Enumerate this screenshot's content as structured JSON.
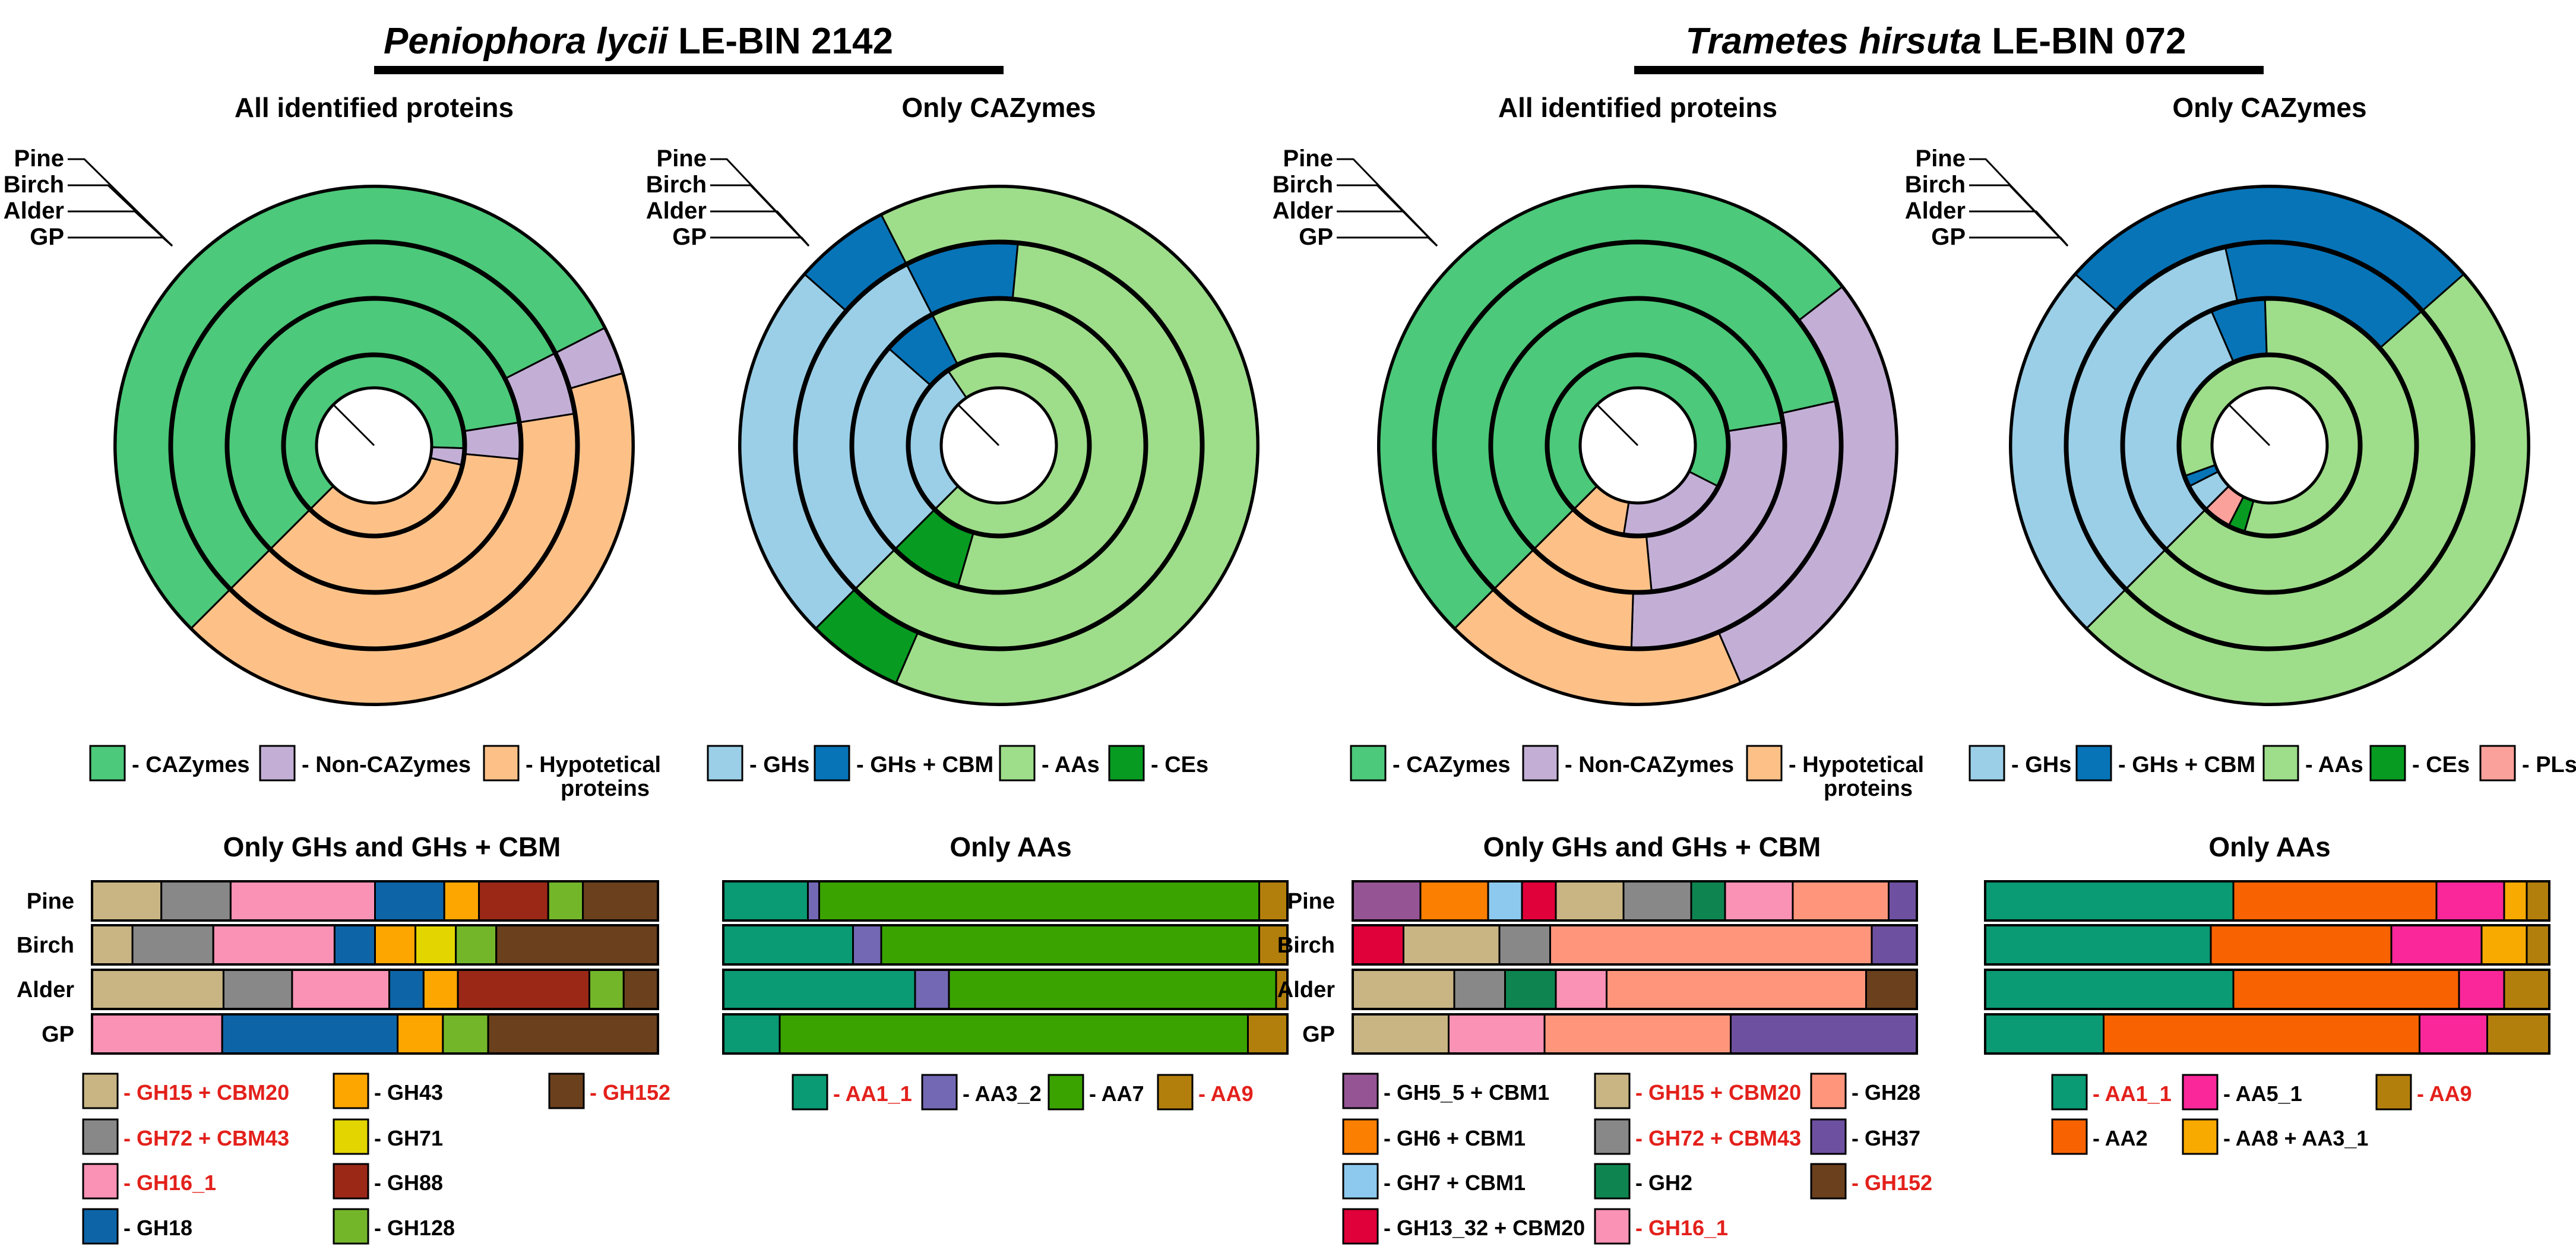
{
  "panels": [
    {
      "species": "Peniophora lycii",
      "strain": "LE-BIN 2142"
    },
    {
      "species": "Trametes hirsuta",
      "strain": "LE-BIN 072"
    }
  ],
  "ring_labels": [
    "Pine",
    "Birch",
    "Alder",
    "GP"
  ],
  "colors": {
    "cazymes": "#4CC97A",
    "non_cazymes": "#C3AFD6",
    "hypothetical": "#FDC188",
    "ghs": "#9ACFE7",
    "ghs_cbm": "#0774B8",
    "aas": "#9EDD8A",
    "ces": "#079B22",
    "pls": "#F9A19A"
  },
  "chart_data": [
    {
      "type": "donut",
      "title": "All identified proteins",
      "panel": 0,
      "rings": [
        "Pine",
        "Birch",
        "Alder",
        "GP"
      ],
      "categories": [
        "CAZymes",
        "Non-CAZymes",
        "Hypotetical proteins"
      ],
      "colors": [
        "#4CC97A",
        "#C3AFD6",
        "#FDC188"
      ],
      "values": {
        "Pine": [
          0.63,
          0.03,
          0.34
        ],
        "Birch": [
          0.6,
          0.04,
          0.36
        ],
        "Alder": [
          0.55,
          0.05,
          0.4
        ],
        "GP": [
          0.55,
          0.03,
          0.42
        ]
      },
      "legend": [
        {
          "key": "cazymes",
          "label": "- CAZymes"
        },
        {
          "key": "non_cazymes",
          "label": "- Non-CAZymes"
        },
        {
          "key": "hypothetical",
          "label": "- Hypotetical",
          "label2": "proteins"
        }
      ]
    },
    {
      "type": "donut",
      "title": "Only CAZymes",
      "panel": 0,
      "rings": [
        "Pine",
        "Birch",
        "Alder",
        "GP"
      ],
      "categories": [
        "GHs",
        "GHs + CBM",
        "AAs",
        "CEs"
      ],
      "colors": [
        "#9ACFE7",
        "#0774B8",
        "#9EDD8A",
        "#079B22"
      ],
      "values": {
        "Pine": [
          0.28,
          0.0,
          0.72,
          0.0
        ],
        "Birch": [
          0.24,
          0.06,
          0.62,
          0.08
        ],
        "Alder": [
          0.3,
          0.09,
          0.61,
          0.0
        ],
        "GP": [
          0.24,
          0.06,
          0.64,
          0.06
        ]
      },
      "legend": [
        {
          "key": "ghs",
          "label": "- GHs"
        },
        {
          "key": "ghs_cbm",
          "label": "- GHs + CBM"
        },
        {
          "key": "aas",
          "label": "- AAs"
        },
        {
          "key": "ces",
          "label": "- CEs"
        }
      ]
    },
    {
      "type": "donut",
      "title": "All identified proteins",
      "panel": 1,
      "rings": [
        "Pine",
        "Birch",
        "Alder",
        "GP"
      ],
      "categories": [
        "CAZymes",
        "Non-CAZymes",
        "Hypotetical proteins"
      ],
      "colors": [
        "#4CC97A",
        "#C3AFD6",
        "#FDC188"
      ],
      "values": {
        "Pine": [
          0.7,
          0.2,
          0.1
        ],
        "Birch": [
          0.6,
          0.26,
          0.14
        ],
        "Alder": [
          0.59,
          0.29,
          0.12
        ],
        "GP": [
          0.52,
          0.29,
          0.19
        ]
      },
      "legend": [
        {
          "key": "cazymes",
          "label": "- CAZymes"
        },
        {
          "key": "non_cazymes",
          "label": "- Non-CAZymes"
        },
        {
          "key": "hypothetical",
          "label": "- Hypotetical",
          "label2": "proteins"
        }
      ]
    },
    {
      "type": "donut",
      "title": "Only CAZymes",
      "panel": 1,
      "rings": [
        "Pine",
        "Birch",
        "Alder",
        "GP"
      ],
      "categories": [
        "GHs",
        "GHs + CBM",
        "AAs",
        "CEs",
        "PLs"
      ],
      "colors": [
        "#9ACFE7",
        "#0774B8",
        "#9EDD8A",
        "#079B22",
        "#F9A19A"
      ],
      "values": {
        "Pine": [
          0.05,
          0.02,
          0.85,
          0.03,
          0.05
        ],
        "Birch": [
          0.31,
          0.06,
          0.63,
          0.0,
          0.0
        ],
        "Alder": [
          0.34,
          0.17,
          0.49,
          0.0,
          0.0
        ],
        "GP": [
          0.24,
          0.27,
          0.49,
          0.0,
          0.0
        ]
      },
      "legend": [
        {
          "key": "ghs",
          "label": "- GHs"
        },
        {
          "key": "ghs_cbm",
          "label": "- GHs + CBM"
        },
        {
          "key": "aas",
          "label": "- AAs"
        },
        {
          "key": "ces",
          "label": "- CEs"
        },
        {
          "key": "pls",
          "label": "- PLs"
        }
      ]
    },
    {
      "type": "bar",
      "stacked": true,
      "orientation": "horizontal",
      "title": "Only GHs and GHs + CBM",
      "panel": 0,
      "categories": [
        "Pine",
        "Birch",
        "Alder",
        "GP"
      ],
      "series": [
        {
          "name": "GH15 + CBM20",
          "color": "#C8B583",
          "values": [
            12,
            7,
            23,
            0
          ]
        },
        {
          "name": "GH72 + CBM43",
          "color": "#888888",
          "values": [
            12,
            14,
            12,
            0
          ]
        },
        {
          "name": "GH16_1",
          "color": "#F992B5",
          "values": [
            25,
            21,
            17,
            23
          ]
        },
        {
          "name": "GH18",
          "color": "#0D65A8",
          "values": [
            12,
            7,
            6,
            31
          ]
        },
        {
          "name": "GH43",
          "color": "#FDA600",
          "values": [
            6,
            7,
            6,
            8
          ]
        },
        {
          "name": "GH71",
          "color": "#E3D600",
          "values": [
            0,
            7,
            0,
            0
          ]
        },
        {
          "name": "GH88",
          "color": "#9B2817",
          "values": [
            12,
            0,
            23,
            0
          ]
        },
        {
          "name": "GH128",
          "color": "#74B62A",
          "values": [
            6,
            7,
            6,
            8
          ]
        },
        {
          "name": "GH152",
          "color": "#6B401D",
          "values": [
            13,
            28,
            6,
            30
          ]
        }
      ],
      "legend_highlight": [
        "GH15 + CBM20",
        "GH72 + CBM43",
        "GH16_1",
        "GH152"
      ]
    },
    {
      "type": "bar",
      "stacked": true,
      "orientation": "horizontal",
      "title": "Only AAs",
      "panel": 0,
      "categories": [
        "Pine",
        "Birch",
        "Alder",
        "GP"
      ],
      "series": [
        {
          "name": "AA1_1",
          "color": "#0A9A74",
          "values": [
            15,
            23,
            34,
            10
          ]
        },
        {
          "name": "AA3_2",
          "color": "#7268B3",
          "values": [
            2,
            5,
            6,
            0
          ]
        },
        {
          "name": "AA7",
          "color": "#3AA300",
          "values": [
            78,
            67,
            58,
            83
          ]
        },
        {
          "name": "AA9",
          "color": "#B37F0C",
          "values": [
            5,
            5,
            2,
            7
          ]
        }
      ],
      "legend_highlight": [
        "AA1_1",
        "AA9"
      ]
    },
    {
      "type": "bar",
      "stacked": true,
      "orientation": "horizontal",
      "title": "Only GHs and GHs + CBM",
      "panel": 1,
      "categories": [
        "Pine",
        "Birch",
        "Alder",
        "GP"
      ],
      "series": [
        {
          "name": "GH5_5 + CBM1",
          "color": "#955595",
          "values": [
            12,
            0,
            0,
            0
          ]
        },
        {
          "name": "GH6 + CBM1",
          "color": "#FB7F00",
          "values": [
            12,
            0,
            0,
            0
          ]
        },
        {
          "name": "GH7 + CBM1",
          "color": "#8DC9EE",
          "values": [
            6,
            0,
            0,
            0
          ]
        },
        {
          "name": "GH13_32 + CBM20",
          "color": "#E0003A",
          "values": [
            6,
            9,
            0,
            0
          ]
        },
        {
          "name": "GH15 + CBM20",
          "color": "#C8B583",
          "values": [
            12,
            17,
            18,
            17
          ]
        },
        {
          "name": "GH72 + CBM43",
          "color": "#888888",
          "values": [
            12,
            9,
            9,
            0
          ]
        },
        {
          "name": "GH2",
          "color": "#0E8550",
          "values": [
            6,
            0,
            9,
            0
          ]
        },
        {
          "name": "GH16_1",
          "color": "#F992B5",
          "values": [
            12,
            0,
            9,
            17
          ]
        },
        {
          "name": "GH28",
          "color": "#FF967C",
          "values": [
            17,
            57,
            46,
            33
          ]
        },
        {
          "name": "GH37",
          "color": "#6E50A0",
          "values": [
            5,
            8,
            0,
            33
          ]
        },
        {
          "name": "GH152",
          "color": "#6B401D",
          "values": [
            0,
            0,
            9,
            0
          ]
        }
      ],
      "legend_highlight": [
        "GH15 + CBM20",
        "GH72 + CBM43",
        "GH152",
        "GH16_1"
      ]
    },
    {
      "type": "bar",
      "stacked": true,
      "orientation": "horizontal",
      "title": "Only AAs",
      "panel": 1,
      "categories": [
        "Pine",
        "Birch",
        "Alder",
        "GP"
      ],
      "series": [
        {
          "name": "AA1_1",
          "color": "#0A9A74",
          "values": [
            44,
            40,
            44,
            21
          ]
        },
        {
          "name": "AA2",
          "color": "#F96200",
          "values": [
            36,
            32,
            40,
            56
          ]
        },
        {
          "name": "AA5_1",
          "color": "#F9279A",
          "values": [
            12,
            16,
            8,
            12
          ]
        },
        {
          "name": "AA8 + AA3_1",
          "color": "#F9AA00",
          "values": [
            4,
            8,
            0,
            0
          ]
        },
        {
          "name": "AA9",
          "color": "#B37F0C",
          "values": [
            4,
            4,
            8,
            11
          ]
        }
      ],
      "legend_highlight": [
        "AA1_1",
        "AA9"
      ]
    }
  ],
  "bar_legends": [
    {
      "chart": 4,
      "items": [
        {
          "name": "GH15 + CBM20",
          "label": "- GH15 + CBM20"
        },
        {
          "name": "GH72 + CBM43",
          "label": "- GH72 + CBM43"
        },
        {
          "name": "GH16_1",
          "label": "- GH16_1"
        },
        {
          "name": "GH18",
          "label": "- GH18"
        },
        {
          "name": "GH43",
          "label": "- GH43"
        },
        {
          "name": "GH71",
          "label": "- GH71"
        },
        {
          "name": "GH88",
          "label": "- GH88"
        },
        {
          "name": "GH128",
          "label": "- GH128"
        },
        {
          "name": "GH152",
          "label": "- GH152"
        }
      ]
    },
    {
      "chart": 5,
      "items": [
        {
          "name": "AA1_1",
          "label": "- AA1_1"
        },
        {
          "name": "AA3_2",
          "label": "- AA3_2"
        },
        {
          "name": "AA7",
          "label": "- AA7"
        },
        {
          "name": "AA9",
          "label": "- AA9"
        }
      ]
    },
    {
      "chart": 6,
      "items": [
        {
          "name": "GH5_5 + CBM1",
          "label": "- GH5_5 + CBM1"
        },
        {
          "name": "GH6 + CBM1",
          "label": "- GH6 + CBM1"
        },
        {
          "name": "GH7 + CBM1",
          "label": "- GH7 + CBM1"
        },
        {
          "name": "GH13_32 + CBM20",
          "label": "- GH13_32 + CBM20"
        },
        {
          "name": "GH15 + CBM20",
          "label": "- GH15 + CBM20"
        },
        {
          "name": "GH72 + CBM43",
          "label": "- GH72 + CBM43"
        },
        {
          "name": "GH2",
          "label": "- GH2"
        },
        {
          "name": "GH16_1",
          "label": "- GH16_1"
        },
        {
          "name": "GH28",
          "label": "- GH28"
        },
        {
          "name": "GH37",
          "label": "- GH37"
        },
        {
          "name": "GH152",
          "label": "- GH152"
        }
      ]
    },
    {
      "chart": 7,
      "items": [
        {
          "name": "AA1_1",
          "label": "- AA1_1"
        },
        {
          "name": "AA5_1",
          "label": "- AA5_1"
        },
        {
          "name": "AA9",
          "label": "- AA9"
        },
        {
          "name": "AA2",
          "label": "- AA2"
        },
        {
          "name": "AA8 + AA3_1",
          "label": "- AA8 + AA3_1"
        }
      ]
    }
  ]
}
